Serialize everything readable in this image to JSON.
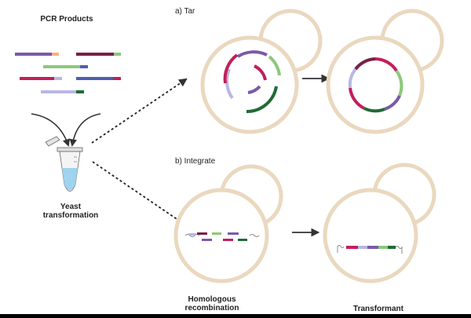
{
  "labels": {
    "pcr_products": "PCR Products",
    "section_a": "a) Tar",
    "section_b": "b) Integrate",
    "yeast_line1": "Yeast",
    "yeast_line2": "transformation",
    "homologous_line1": "Homologous",
    "homologous_line2": "recombination",
    "transformant": "Transformant"
  },
  "colors": {
    "cell_outline": "#ead8bf",
    "fragment_purple": "#7a5aa8",
    "fragment_peach": "#f4b183",
    "fragment_maroon": "#7a1f46",
    "fragment_lightgreen": "#8bc97a",
    "fragment_blue": "#4f5fb0",
    "fragment_crimson": "#c21f5a",
    "fragment_lavender": "#b9b6e6",
    "fragment_darkgreen": "#1f6b35",
    "tube_liquid": "#9fd3ee",
    "arrow": "#333333"
  },
  "icons": {
    "tube": "microcentrifuge-tube-icon",
    "arrow": "right-arrow-icon"
  }
}
